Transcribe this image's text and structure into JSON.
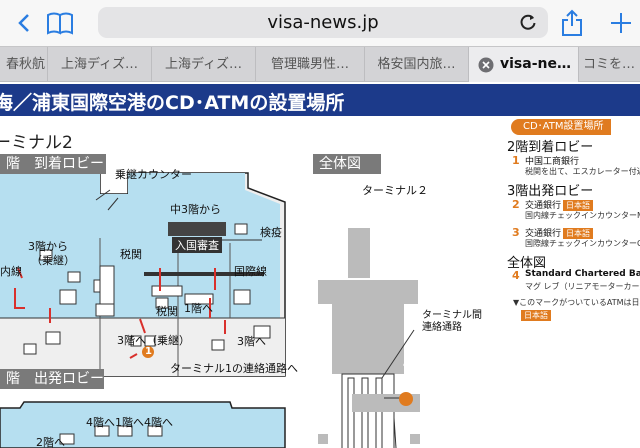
{
  "browser": {
    "url": "visa-news.jp",
    "tabs": [
      {
        "label": "春秋航",
        "active": false
      },
      {
        "label": "上海ディズ…",
        "active": false
      },
      {
        "label": "上海ディズ…",
        "active": false
      },
      {
        "label": "管理職男性…",
        "active": false
      },
      {
        "label": "格安国内旅…",
        "active": false
      },
      {
        "label": "visa-ne…",
        "active": true
      },
      {
        "label": "コミを…",
        "active": false
      }
    ]
  },
  "page": {
    "banner": "海／浦東国際空港のCD･ATMの設置場所",
    "terminal_title": "ーミナル2",
    "arrival_bar": "階　到着ロビー",
    "departure_bar": "階　出発ロビー",
    "overview_bar": "全体図",
    "map_labels": {
      "transit_counter": "乗継カウンター",
      "from_3f": "中3階から",
      "quarantine": "検疫",
      "customs": "税関",
      "immigration": "入国審査",
      "from_3f_transfer_1": "3階から",
      "from_3f_transfer_2": "（乗継）",
      "domestic": "内線",
      "international": "国際線",
      "customs2": "税関",
      "to_1f": "1階へ",
      "to_3f_transfer": "3階へ（乗継）",
      "to_3f": "3階へ",
      "to_terminal1": "ターミナル1の連絡通路へ",
      "to_4f_a": "4階へ",
      "to_1f_b": "1階へ",
      "to_4f_b": "4階へ",
      "to_2f": "2階へ",
      "terminal2_overview": "ターミナル２",
      "connector_1": "ターミナル間",
      "connector_2": "連絡通路",
      "marker_1": "1",
      "marker_4": "4"
    },
    "legend": {
      "tag": "CD･ATM設置場所",
      "arrival_head": "2階到着ロビー",
      "item1_num": "1",
      "item1_bank": "中国工商銀行",
      "item1_loc": "税関を出て、エスカレーター付近",
      "departure_head": "3階出発ロビー",
      "item2_num": "2",
      "item2_bank": "交通銀行",
      "item2_loc": "国内線チェックインカウンターMとエスカレーター付",
      "item3_num": "3",
      "item3_bank": "交通銀行",
      "item3_loc": "国際線チェックインカウンターG付近",
      "overview_head": "全体図",
      "item4_num": "4",
      "item4_bank": "Standard Chartered Bank",
      "item4_loc": "マグ レブ（リニアモーターカー乗り場付近",
      "note": "▼このマークがついているATMは日本",
      "jp_badge": "日本語"
    }
  }
}
